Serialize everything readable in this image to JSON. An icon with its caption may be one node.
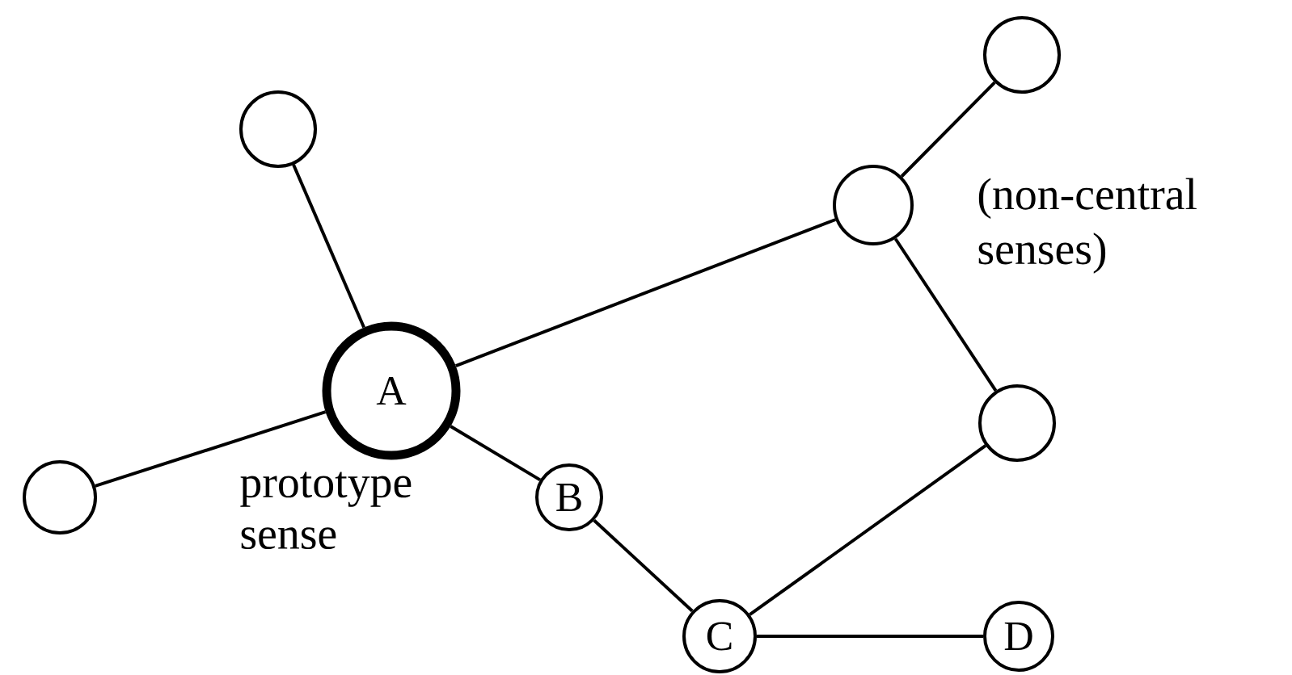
{
  "diagram": {
    "nodes": [
      {
        "text": [],
        "shape": "circle"
      },
      {
        "text": [
          "A"
        ],
        "beside": [
          "prototype sense"
        ]
      },
      {
        "text": [],
        "shape": "circle"
      },
      {
        "text": [],
        "shape": "circle"
      },
      {
        "text": [],
        "shape": "circle"
      },
      {
        "text": [],
        "shape": "circle"
      },
      {
        "text": [
          "B"
        ]
      },
      {
        "text": [
          "C"
        ]
      },
      {
        "text": [
          "D"
        ]
      }
    ],
    "edges": [
      {
        "from": 0,
        "to": 1,
        "arrow": "none"
      },
      {
        "from": 2,
        "to": 1,
        "arrow": "none"
      },
      {
        "from": 1,
        "to": 4,
        "arrow": "none"
      },
      {
        "from": 4,
        "to": 3,
        "arrow": "none"
      },
      {
        "from": 4,
        "to": 5,
        "arrow": "none"
      },
      {
        "from": 1,
        "to": 6,
        "arrow": "none"
      },
      {
        "from": 6,
        "to": 7,
        "arrow": "none"
      },
      {
        "from": 7,
        "to": 5,
        "arrow": "none"
      },
      {
        "from": 7,
        "to": 8,
        "arrow": "none"
      }
    ],
    "labels": [
      "(non-central senses)"
    ]
  }
}
